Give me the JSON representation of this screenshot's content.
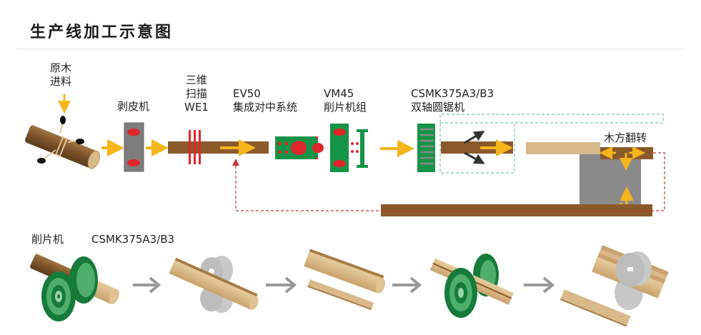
{
  "title": "生产线加工示意图",
  "colors": {
    "wood_dark": "#8a5a2b",
    "wood_light": "#d9b98a",
    "arrow_yellow": "#f5b51b",
    "machine_green": "#159447",
    "accent_red": "#e0262b",
    "machine_gray": "#7d7d7d",
    "flow_arrow_gray": "#999999",
    "dashed_green": "#7cc6a8",
    "dashed_red": "#cc3333"
  },
  "top_flow": {
    "stations": [
      {
        "id": "log-infeed",
        "label_lines": [
          "原木",
          "进料"
        ]
      },
      {
        "id": "debarker",
        "label_lines": [
          "剥皮机"
        ]
      },
      {
        "id": "scanner",
        "label_lines": [
          "三维",
          "扫描",
          "WE1"
        ]
      },
      {
        "id": "centering",
        "label_lines": [
          "EV50",
          "集成对中系统"
        ]
      },
      {
        "id": "chipper",
        "label_lines": [
          "VM45",
          "削片机组"
        ]
      },
      {
        "id": "twin-saw",
        "label_lines": [
          "CSMK375A3/B3",
          "双轴圆锯机"
        ]
      },
      {
        "id": "cant-turner",
        "label_lines": [
          "木方翻转"
        ]
      }
    ]
  },
  "bottom_flow": {
    "labels": [
      "削片机",
      "CSMK375A3/B3"
    ],
    "steps": [
      {
        "id": "chipping",
        "icon": "chipper-discs-on-log"
      },
      {
        "id": "sawing",
        "icon": "saw-blades-on-log"
      },
      {
        "id": "slab-removed",
        "icon": "log-and-slab"
      },
      {
        "id": "second-chipping",
        "icon": "chipper-discs-on-cant"
      },
      {
        "id": "resawing",
        "icon": "multi-saw-boards"
      }
    ]
  }
}
